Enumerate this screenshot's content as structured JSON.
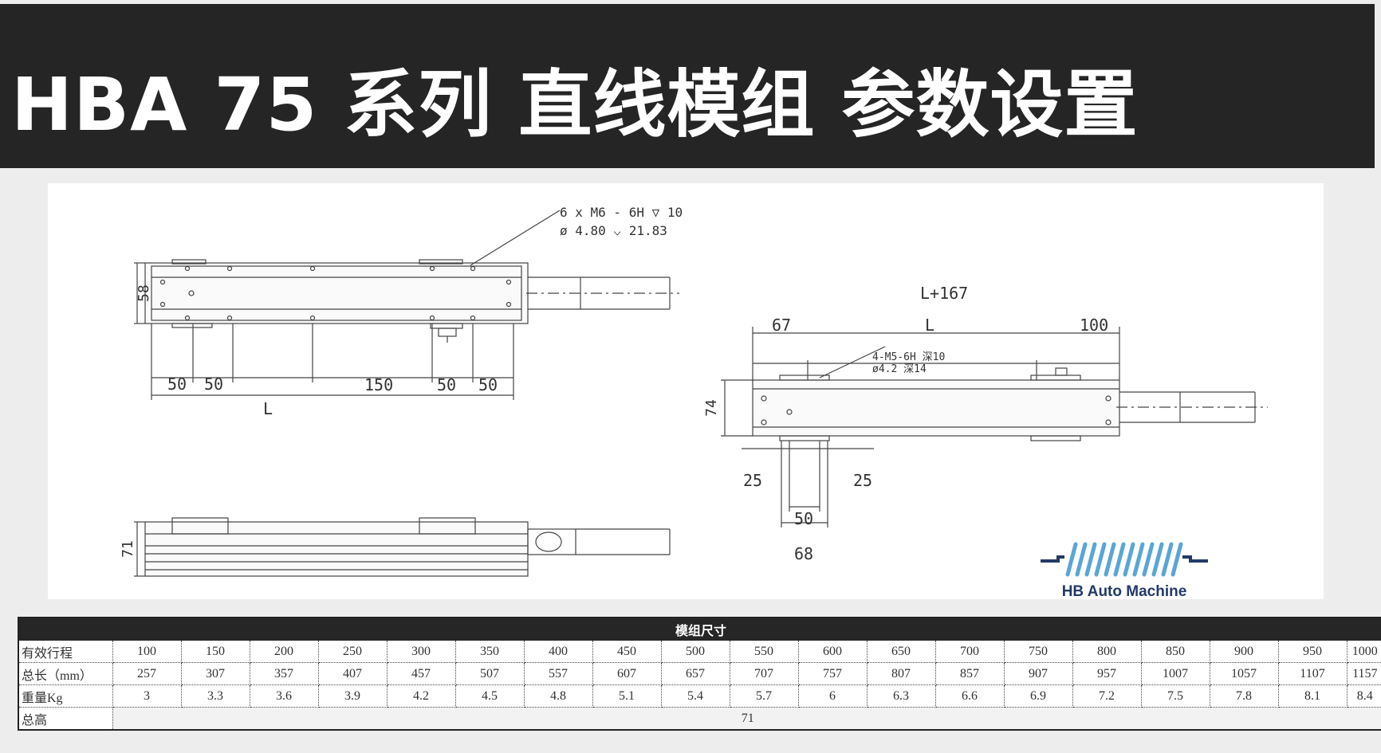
{
  "header": {
    "title": "HBA 75 系列 直线模组 参数设置"
  },
  "drawing": {
    "callout_top_line1": "6 x  M6 - 6H ▽ 10",
    "callout_top_line2": "ø 4.80 ⌵ 21.83",
    "dim_58": "58",
    "dim_50a": "50",
    "dim_50b": "50",
    "dim_150": "150",
    "dim_50c": "50",
    "dim_50d": "50",
    "dim_L_top": "L",
    "dim_71": "71",
    "dim_L167": "L+167",
    "dim_67": "67",
    "dim_L_right": "L",
    "dim_100": "100",
    "callout_right_line1": "4-M5-6H 深10",
    "callout_right_line2": "ø4.2 深14",
    "dim_74": "74",
    "dim_25a": "25",
    "dim_25b": "25",
    "dim_50e": "50",
    "dim_68": "68"
  },
  "logo": {
    "text": "HB Auto Machine"
  },
  "table": {
    "title": "模组尺寸",
    "rows": [
      {
        "label": "有效行程",
        "values": [
          "100",
          "150",
          "200",
          "250",
          "300",
          "350",
          "400",
          "450",
          "500",
          "550",
          "600",
          "650",
          "700",
          "750",
          "800",
          "850",
          "900",
          "950",
          "1000"
        ]
      },
      {
        "label": "总长（mm）",
        "values": [
          "257",
          "307",
          "357",
          "407",
          "457",
          "507",
          "557",
          "607",
          "657",
          "707",
          "757",
          "807",
          "857",
          "907",
          "957",
          "1007",
          "1057",
          "1107",
          "1157"
        ]
      },
      {
        "label": "重量Kg",
        "values": [
          "3",
          "3.3",
          "3.6",
          "3.9",
          "4.2",
          "4.5",
          "4.8",
          "5.1",
          "5.4",
          "5.7",
          "6",
          "6.3",
          "6.6",
          "6.9",
          "7.2",
          "7.5",
          "7.8",
          "8.1",
          "8.4"
        ]
      }
    ],
    "total_height_label": "总高",
    "total_height_value": "71"
  },
  "colors": {
    "header_bg": "#252525",
    "logo_blue": "#233a67",
    "logo_light": "#5aa5d8"
  }
}
